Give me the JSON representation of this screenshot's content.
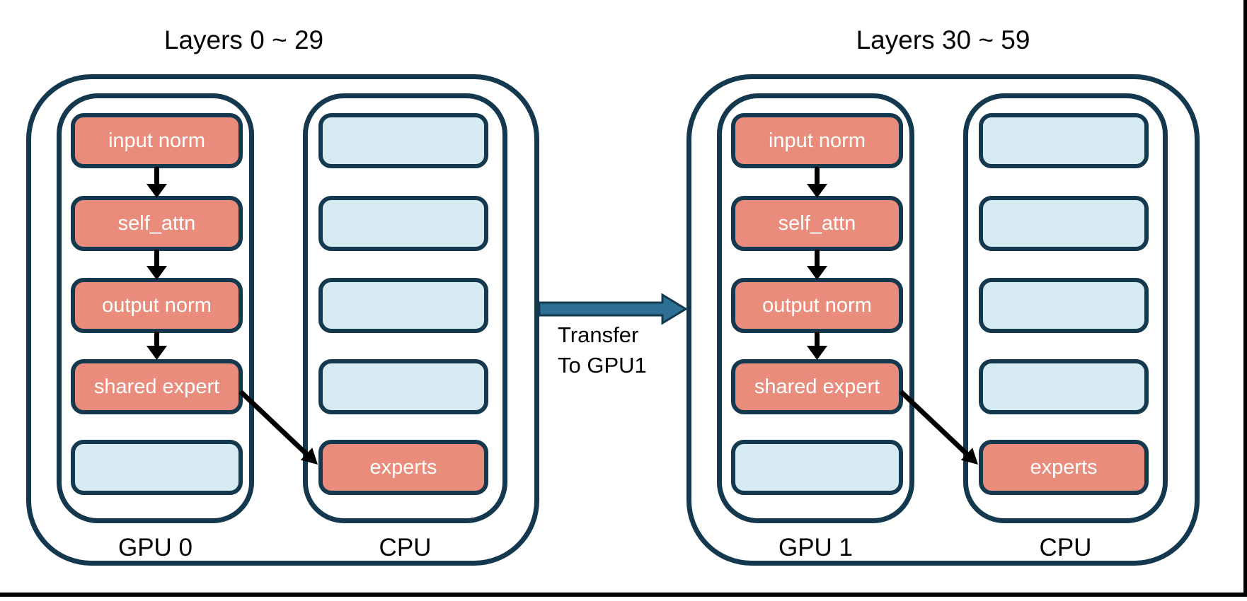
{
  "colors": {
    "background": "#ffffff",
    "outline_navy": "#14384E",
    "box_active_fill": "#EA8C7B",
    "box_idle_fill": "#D6EAF2",
    "box_text": "#ffffff",
    "arrow_black": "#000000",
    "transfer_arrow_fill": "#2E7094",
    "text_black": "#000000"
  },
  "icons": {
    "flow_arrow": "down-arrow",
    "offload_arrow": "diagonal-down-right-arrow",
    "transfer_arrow": "right-block-arrow"
  },
  "groups": [
    {
      "title": "Layers 0 ~ 29",
      "device_labels": {
        "gpu": "GPU 0",
        "cpu": "CPU"
      },
      "gpu_column": {
        "boxes": [
          {
            "label": "input norm",
            "state": "active"
          },
          {
            "label": "self_attn",
            "state": "active"
          },
          {
            "label": "output norm",
            "state": "active"
          },
          {
            "label": "shared expert",
            "state": "active"
          },
          {
            "label": "",
            "state": "idle"
          }
        ]
      },
      "cpu_column": {
        "boxes": [
          {
            "label": "",
            "state": "idle"
          },
          {
            "label": "",
            "state": "idle"
          },
          {
            "label": "",
            "state": "idle"
          },
          {
            "label": "",
            "state": "idle"
          },
          {
            "label": "experts",
            "state": "active"
          }
        ]
      }
    },
    {
      "title": "Layers 30 ~ 59",
      "device_labels": {
        "gpu": "GPU 1",
        "cpu": "CPU"
      },
      "gpu_column": {
        "boxes": [
          {
            "label": "input norm",
            "state": "active"
          },
          {
            "label": "self_attn",
            "state": "active"
          },
          {
            "label": "output norm",
            "state": "active"
          },
          {
            "label": "shared expert",
            "state": "active"
          },
          {
            "label": "",
            "state": "idle"
          }
        ]
      },
      "cpu_column": {
        "boxes": [
          {
            "label": "",
            "state": "idle"
          },
          {
            "label": "",
            "state": "idle"
          },
          {
            "label": "",
            "state": "idle"
          },
          {
            "label": "",
            "state": "idle"
          },
          {
            "label": "experts",
            "state": "active"
          }
        ]
      }
    }
  ],
  "transfer": {
    "line1": "Transfer",
    "line2": "To GPU1"
  }
}
